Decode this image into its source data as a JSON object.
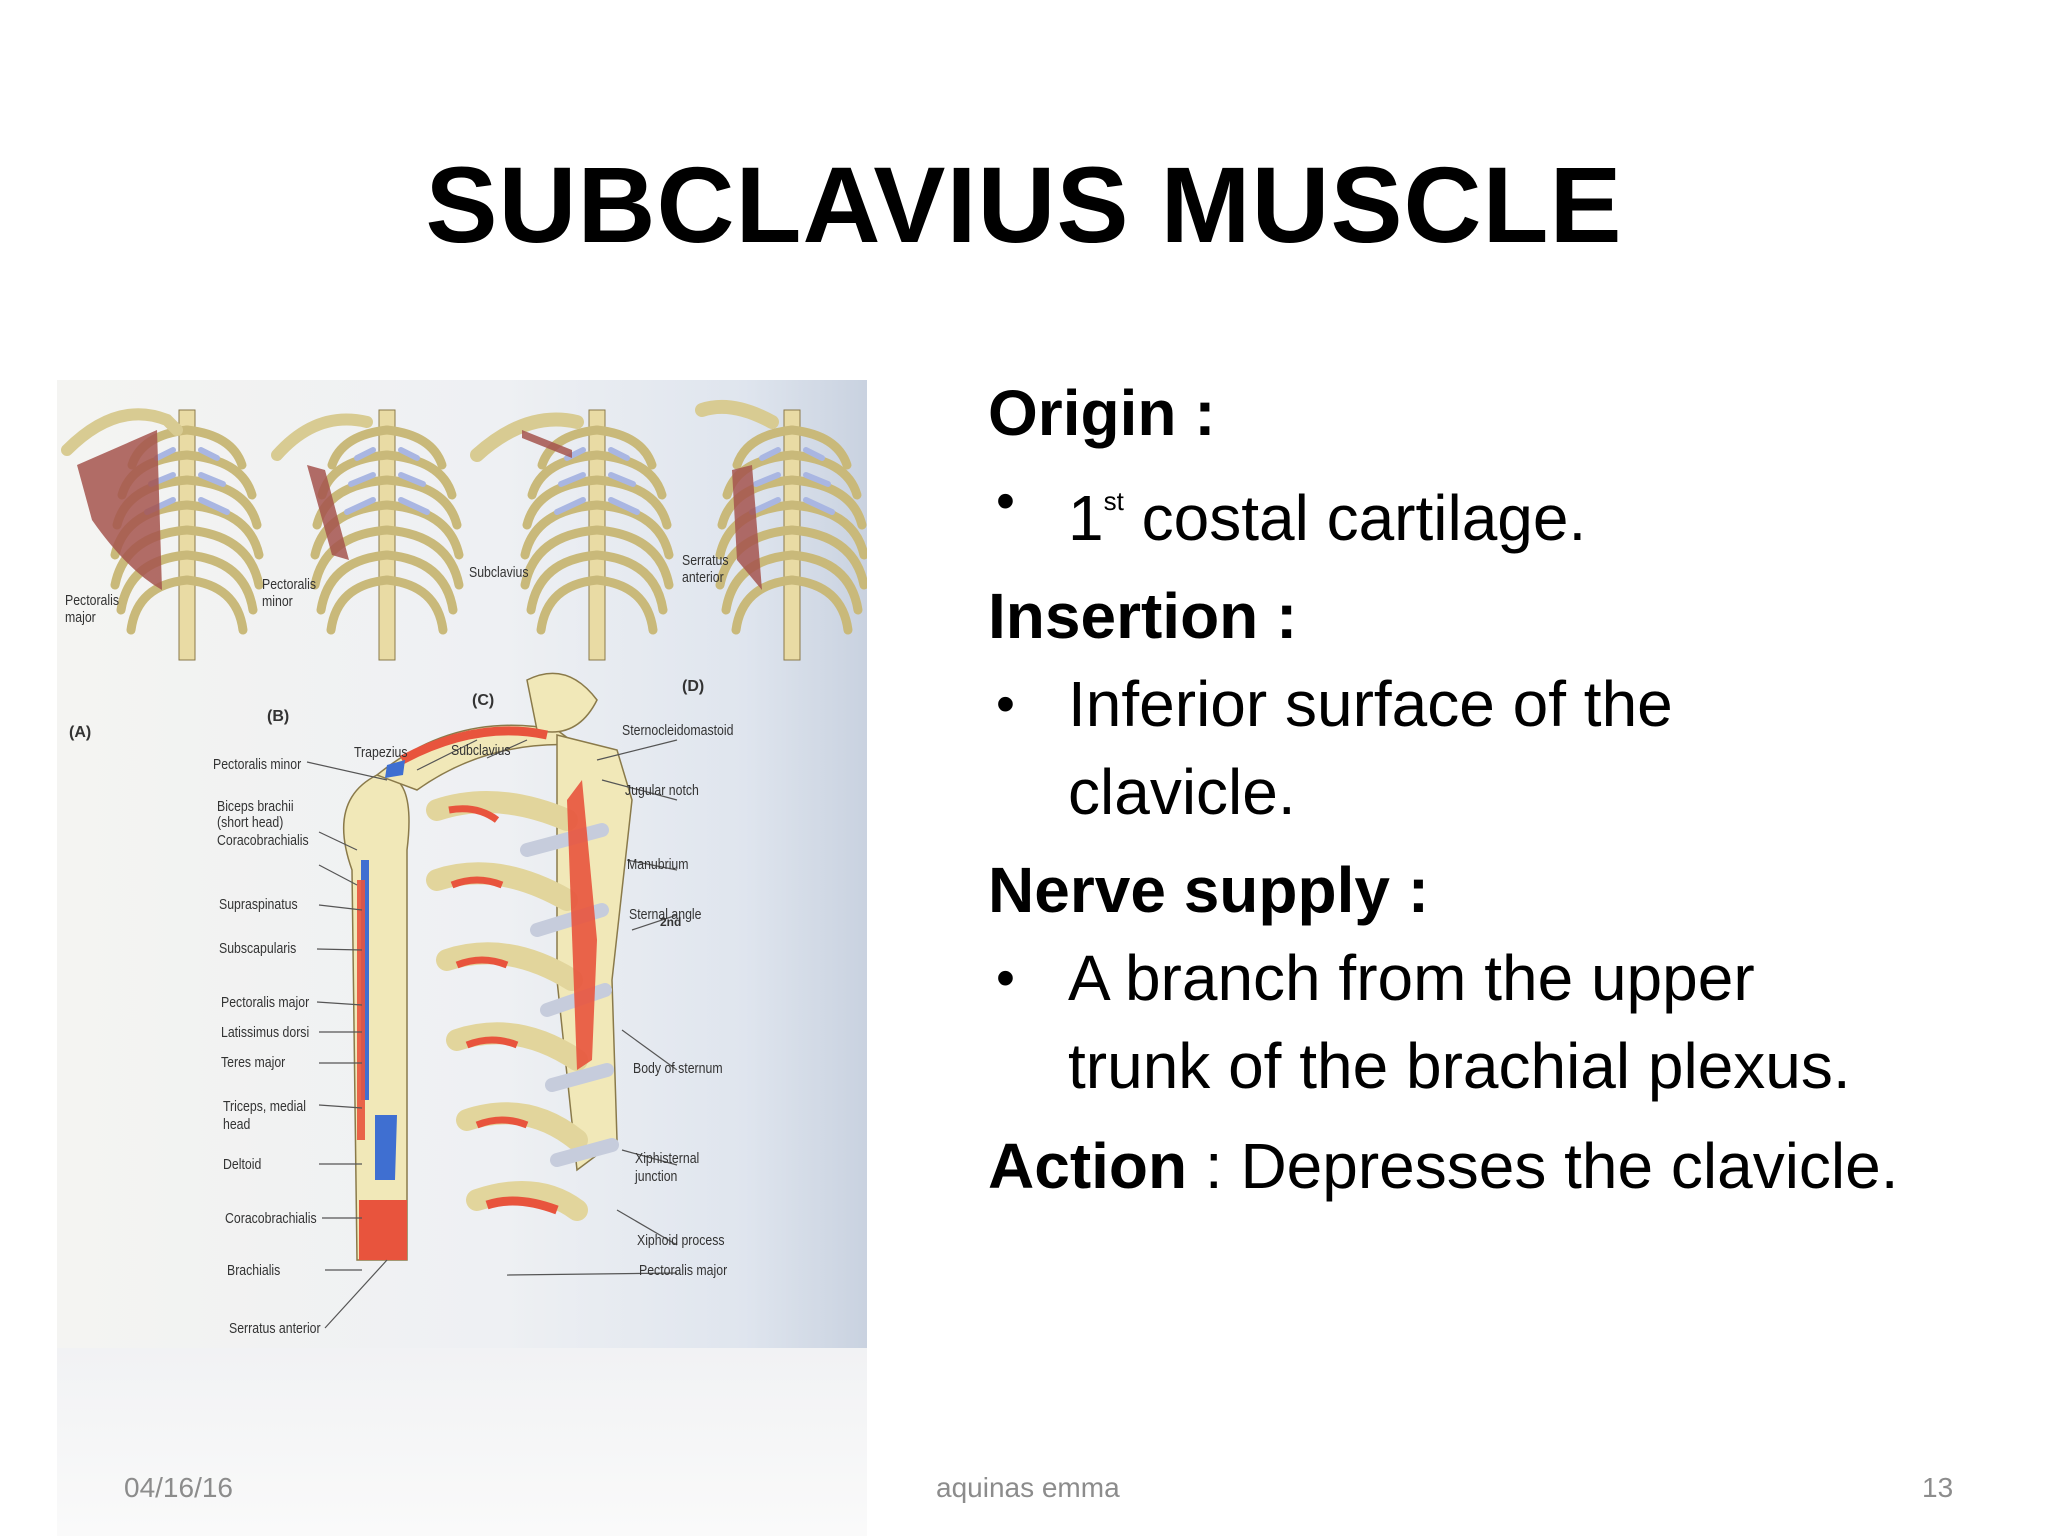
{
  "slide": {
    "title": "SUBCLAVIUS MUSCLE",
    "origin": {
      "heading": "Origin :",
      "bullet_number": "1",
      "bullet_sup": "st",
      "bullet_text": " costal cartilage."
    },
    "insertion": {
      "heading": "Insertion :",
      "line1": "Inferior surface of the",
      "line2": "clavicle."
    },
    "nerve": {
      "heading": "Nerve supply :",
      "line1": "A branch from the upper",
      "line2": "trunk of the brachial plexus."
    },
    "action": {
      "label": "Action",
      "text": " : Depresses the clavicle."
    },
    "bullet_symbol": "•"
  },
  "figure": {
    "panel_letters": [
      "(A)",
      "(B)",
      "(C)",
      "(D)"
    ],
    "top_labels": {
      "pectoralis_major": [
        "Pectoralis",
        "major"
      ],
      "pectoralis_minor": [
        "Pectoralis",
        "minor"
      ],
      "subclavius": "Subclavius",
      "serratus_anterior": [
        "Serratus",
        "anterior"
      ]
    },
    "left_labels": [
      "Pectoralis minor",
      "Biceps brachii",
      "(short head)",
      "Coracobrachialis",
      "Supraspinatus",
      "Subscapularis",
      "Pectoralis major",
      "Latissimus dorsi",
      "Teres major",
      "Triceps, medial",
      "head",
      "Deltoid",
      "Coracobrachialis",
      "Brachialis",
      "Serratus anterior"
    ],
    "mid_labels": [
      "Trapezius",
      "Subclavius"
    ],
    "right_labels": [
      "Sternocleidomastoid",
      "Jugular notch",
      "Manubrium",
      "Sternal angle",
      "Body of sternum",
      "Xiphisternal",
      "junction",
      "Xiphoid process",
      "Pectoralis major"
    ],
    "rib_marker": "2nd"
  },
  "footer": {
    "date": "04/16/16",
    "author": "aquinas emma",
    "page": "13"
  },
  "colors": {
    "text": "#000000",
    "footer": "#8c8c8c",
    "bone": "#f1e8b8",
    "cartilage": "#b8c4e6",
    "muscle_red": "#e8543d",
    "muscle_blue": "#3f6fd1",
    "muscle_brown": "#a4544e"
  }
}
